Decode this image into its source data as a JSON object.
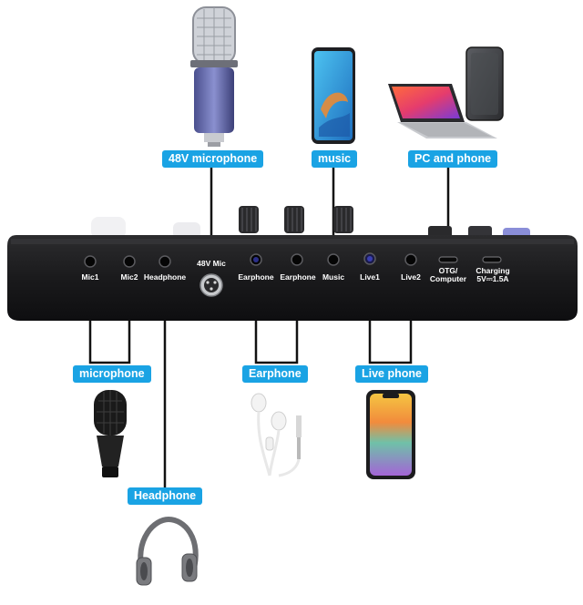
{
  "callouts": {
    "mic48v": "48V microphone",
    "music": "music",
    "pc_phone": "PC and phone",
    "microphone": "microphone",
    "earphone": "Earphone",
    "live_phone": "Live phone",
    "headphone": "Headphone"
  },
  "ports": {
    "mic1": "Mic1",
    "mic2": "Mic2",
    "headphone": "Headphone",
    "mic48v": "48V Mic",
    "earphone1": "Earphone",
    "earphone2": "Earphone",
    "music": "Music",
    "live1": "Live1",
    "live2": "Live2",
    "otg_line1": "OTG/",
    "otg_line2": "Computer",
    "charging_line1": "Charging",
    "charging_line2": "5V⎓1.5A"
  },
  "colors": {
    "callout_bg": "#1aa3e4",
    "device_body": "#1c1c1e",
    "connector_line": "#111111"
  },
  "icons": [
    "condenser-microphone-icon",
    "smartphone-icon",
    "laptop-icon",
    "dynamic-microphone-icon",
    "earphones-icon",
    "headphones-icon"
  ]
}
